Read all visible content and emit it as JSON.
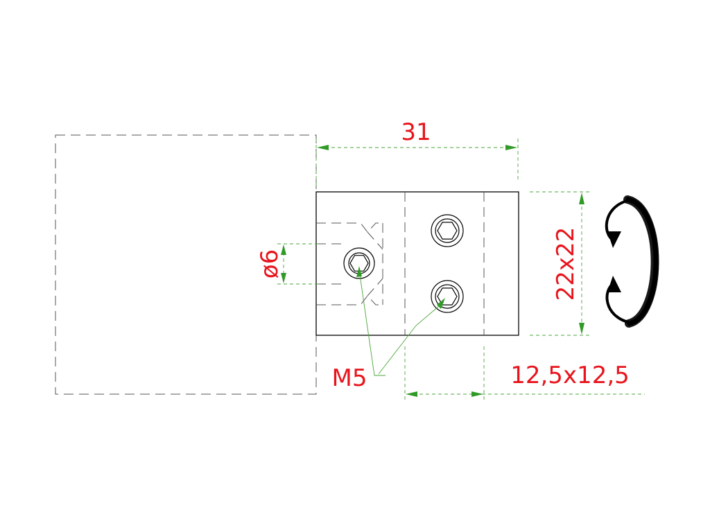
{
  "dimensions": {
    "length": "31",
    "profile": "22x22",
    "hole_diameter": "ø6",
    "thread": "M5",
    "insert": "12,5x12,5"
  },
  "colors": {
    "dimension_text": "#e8141c",
    "dimension_line": "#4aa63a",
    "outline": "#000000"
  },
  "icons": {
    "rotation": "rotate-arrows-icon"
  }
}
